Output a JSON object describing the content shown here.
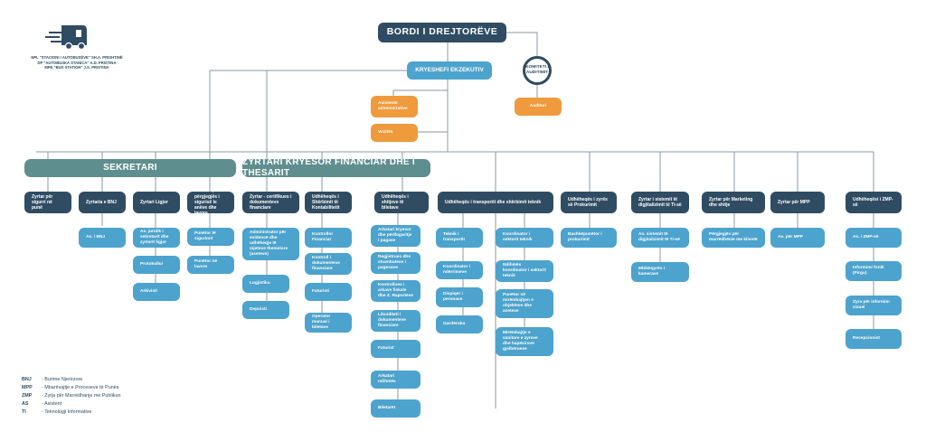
{
  "logo": {
    "lines": [
      "NPL \"STACIONI I AUTOBUSËVE\" SH.A. PRISHTINË",
      "DP \"AUTOBUSKA STANICA\" A.D. PRISTINA",
      "MPE \"BUS STATION\" J.S. PRISTINA"
    ]
  },
  "top": {
    "board": "BORDI I DREJTORËVE",
    "exec": "KRYESHEFI EKZEKUTIV",
    "audit_committee": "KOMITETI I AUDITIMIT",
    "auditor": "Auditori",
    "admin_assistant": "Asistente administrative",
    "driver": "Vozitës"
  },
  "sections": {
    "secretary": "SEKRETARI",
    "cfo": "ZYRTARI KRYESOR FINANCIAR DHE   I THESARIT"
  },
  "units": {
    "security_officer": "Zyrtar për sigurri në punë",
    "hr_office": "Zyrtaria e BNJ",
    "legal_officer": "Zyrtari Ligjor",
    "parking_lead": "Udhëheqës i përgjegjës i sigurisë le anëve dhe lavore",
    "certification_officer": "Zyrtar - certifikues i dokumenteve financiare",
    "accounting_lead": "Udhëheqës i Shërbimit të Kontabilitetit",
    "ticket_sales_lead": "Udhëheqës i shitjeve të biletave",
    "transport_lead": "Udhëheqës i transportit dhe shërbimit teknik",
    "procurement_lead": "Udhëheqës i zyrës së Prokurimit",
    "it_officer": "Zyrtar i sistemit të digjitalizimit të Ti-së",
    "marketing_officer": "Zyrtar për Marketing dhe shitje",
    "mpp_officer": "Zyrtar për MPP",
    "zmp_lead": "Udhëheqësi i ZMP-së"
  },
  "children": {
    "hr": [
      "As. i BNJ"
    ],
    "legal": [
      "As. juridik i sekretarit dhe zyrtarit ligjor",
      "Protokolloi",
      "Arkivisti"
    ],
    "parking": [
      "Punëtor të sigurimit",
      "Punëtor në lavore"
    ],
    "certification": [
      "Administrator për evidencë dhe udhëheqje të mjeteve themelore (aseteve)",
      "Logjistiku",
      "Depoisti"
    ],
    "accounting": [
      "Kontrollor Financiar",
      "Kontroll i dokumenteve financiare",
      "Faturisti",
      "Operator manual i biletave"
    ],
    "tickets": [
      "Arkatari kryesor dhe përllogaritje i pagave",
      "Regjistrues dhe shumbuteve i pagesave",
      "Kontrollues i arkave fiskale dhe Z. Raporteve",
      "Likuiditeti i dokumenteve financiare",
      "Faturist",
      "Arkatari ndihmës",
      "Biletarët"
    ],
    "transport_a": [
      "Teknik i transportit",
      "Koordinator i ndërrimeve",
      "Dispiqer i peronave",
      "Gardëroba"
    ],
    "transport_b": [
      "Koordinator i sektorit teknik",
      "Ndihmës koordinator i sektorit teknik",
      "Punëtor në mirëmbajtjen e objekteve dhe aseteve",
      "Mirëmbajtje e sanitare e zyrave dhe hapësirave gjelbëruese"
    ],
    "procurement": [
      "Bashkëpunëtor i prokurimit"
    ],
    "it": [
      "As. sistemit të digjitalizimit të Ti-së",
      "Mbikëqyrës i kamerave"
    ],
    "marketing": [
      "Përgjegjës për marrëdhënie me klientë"
    ],
    "mpp": [
      "As. për MPP"
    ],
    "zmp": [
      "As. i ZMP-së",
      "Informimi fonik (Pirgu)",
      "Zyra për informim vizuel",
      "Recepcionist"
    ]
  },
  "legend": [
    {
      "abbr": "BNJ",
      "text": "- Burime Njerëzore"
    },
    {
      "abbr": "MPP",
      "text": "- Mbarëvajtje e Proceseve të Punës"
    },
    {
      "abbr": "ZMP",
      "text": "- Zyrja për Marrëdhanje me Publikun"
    },
    {
      "abbr": "AS",
      "text": "- Asistent"
    },
    {
      "abbr": "TI",
      "text": "- Teknologji Informative"
    }
  ],
  "colors": {
    "navy": "#2f4c63",
    "blue": "#4ca3cd",
    "orange": "#ef9a3c",
    "teal": "#5f8e8f",
    "line": "#8a9aa6"
  }
}
